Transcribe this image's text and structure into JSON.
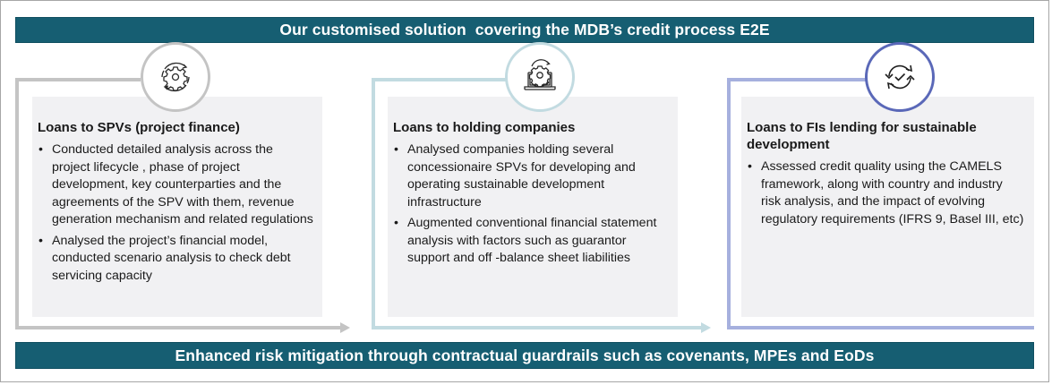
{
  "header": {
    "title": "Our customised solution  covering the MDB’s credit process E2E"
  },
  "footer": {
    "text": "Enhanced risk mitigation through contractual guardrails such as covenants, MPEs and EoDs"
  },
  "colors": {
    "bar": "#165e72",
    "panel1_frame": "#c4c4c4",
    "panel2_frame": "#c2dbe1",
    "panel3_frame": "#a6b0de",
    "box_fill": "#f1f1f3"
  },
  "panels": [
    {
      "icon": "gear-cycle-icon",
      "title": "Loans to SPVs (project finance)",
      "bullets": [
        "Conducted detailed analysis across the project lifecycle , phase of project development, key counterparties and the agreements of the SPV with them, revenue generation mechanism and related regulations",
        "Analysed the project’s financial model, conducted scenario analysis to check debt servicing capacity"
      ]
    },
    {
      "icon": "laptop-gear-icon",
      "title": "Loans to holding companies",
      "bullets": [
        "Analysed companies holding several concessionaire SPVs for developing and operating sustainable development infrastructure",
        "Augmented conventional financial statement analysis with factors such as guarantor support and off -balance sheet liabilities"
      ]
    },
    {
      "icon": "refresh-check-icon",
      "title": "Loans to FIs lending for sustainable development",
      "bullets": [
        "Assessed credit quality using the CAMELS framework, along with country and industry risk analysis, and the impact of evolving regulatory requirements (IFRS 9, Basel III, etc)"
      ]
    }
  ],
  "bullet_glyph": "•"
}
